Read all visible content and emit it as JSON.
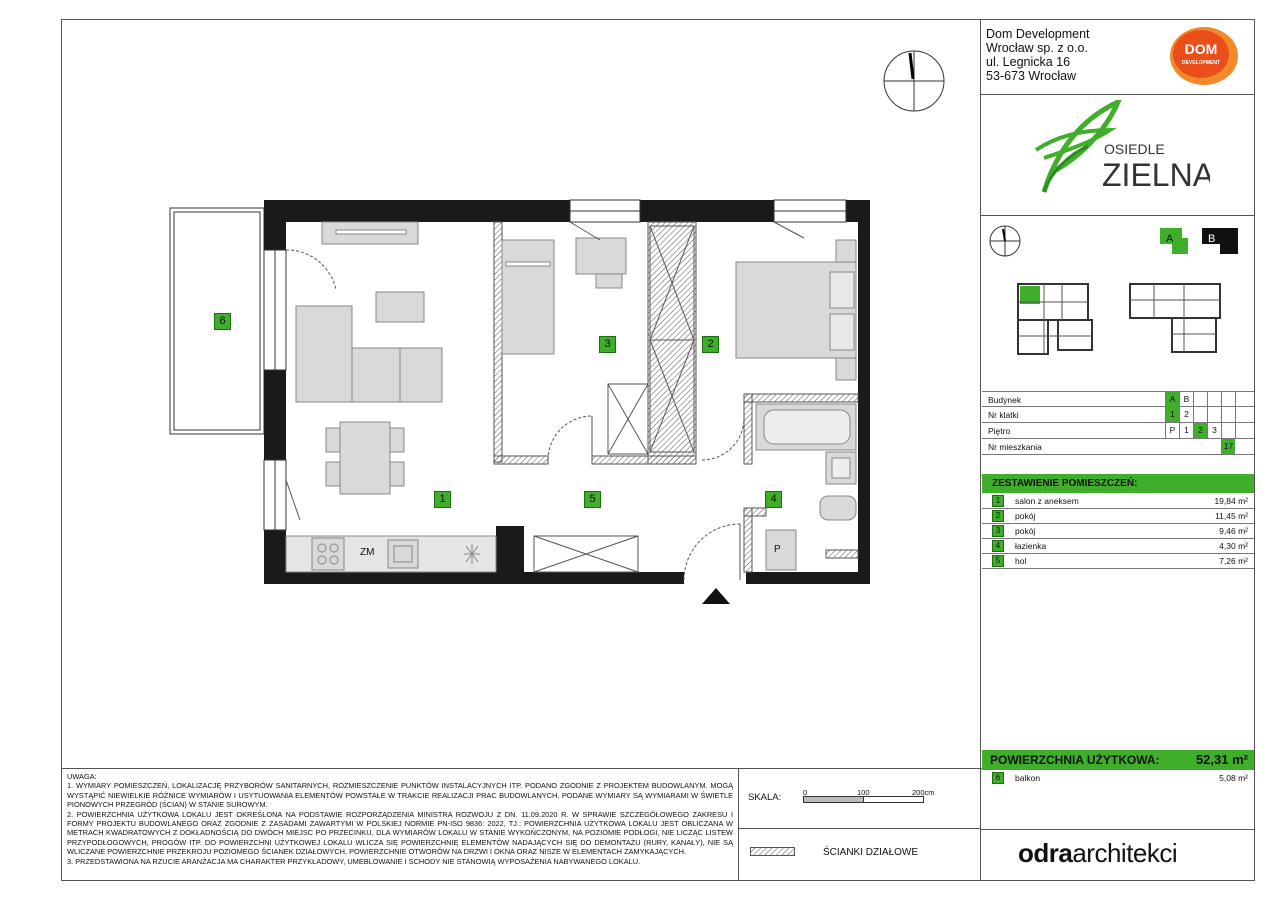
{
  "company": {
    "name": "Dom Development",
    "line2": "Wrocław sp. z o.o.",
    "address": "ul. Legnicka 16",
    "city": "53-673 Wrocław",
    "logo_text_1": "DOM",
    "logo_text_2": "DEVELOPMENT"
  },
  "project_logo": {
    "line1": "OSIEDLE",
    "line2": "ZIELNA"
  },
  "key_plan": {
    "label_a": "A",
    "label_b": "B"
  },
  "info_table": {
    "building": {
      "label": "Budynek",
      "cells": [
        "A",
        "B"
      ],
      "selected": "A"
    },
    "stairwell": {
      "label": "Nr klatki",
      "cells": [
        "1",
        "2"
      ],
      "selected": "1"
    },
    "floor": {
      "label": "Piętro",
      "cells": [
        "P",
        "1",
        "2",
        "3"
      ],
      "selected": "2"
    },
    "apartment": {
      "label": "Nr mieszkania",
      "value": "17"
    }
  },
  "rooms_header": "ZESTAWIENIE POMIESZCZEŃ:",
  "rooms": [
    {
      "num": "1",
      "name": "salon z aneksem",
      "area": "19,84 m²"
    },
    {
      "num": "2",
      "name": "pokój",
      "area": "11,45 m²"
    },
    {
      "num": "3",
      "name": "pokój",
      "area": "9,46 m²"
    },
    {
      "num": "4",
      "name": "łazienka",
      "area": "4,30 m²"
    },
    {
      "num": "5",
      "name": "hol",
      "area": "7,26 m²"
    }
  ],
  "usable_area": {
    "label": "POWIERZCHNIA UŻYTKOWA:",
    "value": "52,31 m²"
  },
  "balcony": {
    "num": "6",
    "name": "balkon",
    "area": "5,08 m²"
  },
  "plan_labels": {
    "r1": "1",
    "r2": "2",
    "r3": "3",
    "r4": "4",
    "r5": "5",
    "r6": "6",
    "zm": "ZM",
    "p": "P"
  },
  "notes": {
    "title": "UWAGA:",
    "items": [
      "1.  WYMIARY POMIESZCZEŃ, LOKALIZACJĘ PRZYBORÓW SANITARNYCH, ROZMIESZCZENIE PUNKTÓW INSTALACYJNYCH ITP. PODANO ZGODNIE Z PROJEKTEM BUDOWLANYM. MOGĄ WYSTĄPIĆ NIEWIELKIE RÓŻNICE WYMIARÓW I USYTUOWANIA ELEMENTÓW POWSTAŁE W TRAKCIE REALIZACJI PRAC BUDOWLANYCH. PODANE WYMIARY SĄ WYMIARAMI W ŚWIETLE PIONOWYCH PRZEGRÓD (ŚCIAN) W STANIE SUROWYM.",
      "2.  POWIERZCHNIA UŻYTKOWA LOKALU JEST OKREŚLONA NA PODSTAWIE ROZPORZĄDZENIA MINISTRA ROZWOJU Z DN. 11.09.2020 R. W SPRAWIE SZCZEGÓŁOWEGO ZAKRESU I FORMY PROJEKTU BUDOWLANEGO ORAZ ZGODNIE Z ZASADAMI ZAWARTYMI W POLSKIEJ NORMIE PN-ISO 9836: 2022, TJ.: POWIERZCHNIA UŻYTKOWA LOKALU JEST OBLICZANA W METRACH KWADRATOWYCH Z DOKŁADNOŚCIĄ DO DWÓCH MIEJSC PO PRZECINKU, DLA WYMIARÓW LOKALU W STANIE WYKOŃCZONYM, NA POZIOMIE PODŁOGI, NIE LICZĄC LISTEW PRZYPODŁOGOWYCH, PROGÓW ITP. DO POWIERZCHNI UŻYTKOWEJ LOKALU WLICZA SIĘ POWIERZCHNIĘ ELEMENTÓW NADAJĄCYCH SIĘ DO DEMONTAŻU (RURY, KANAŁY), NIE SĄ WLICZANE POWIERZCHNIE PRZEKROJU POZIOMEGO ŚCIANEK DZIAŁOWYCH, POWIERZCHNIE OTWORÓW NA DRZWI I OKNA ORAZ NISZE W ELEMENTACH ZAMYKAJĄCYCH.",
      "3.  PRZEDSTAWIONA NA RZUCIE ARANŻACJA MA CHARAKTER PRZYKŁADOWY, UMEBLOWANIE I SCHODY NIE STANOWIĄ WYPOSAŻENIA NABYWANEGO LOKALU."
    ]
  },
  "scale": {
    "label": "SKALA:",
    "t0": "0",
    "t1": "100",
    "t2": "200cm"
  },
  "legend": {
    "partition": "ŚCIANKI DZIAŁOWE"
  },
  "architect": {
    "bold": "odra",
    "rest": "architekci"
  },
  "colors": {
    "accent": "#3fae2a",
    "wall": "#1a1a1a",
    "furniture": "#d9d9d9"
  }
}
